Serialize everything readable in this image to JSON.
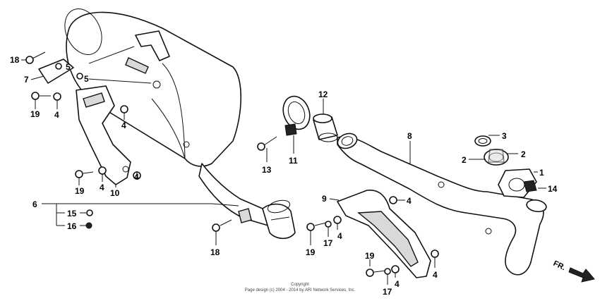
{
  "diagram": {
    "callouts": {
      "c1": "1",
      "c2a": "2",
      "c2b": "2",
      "c3": "3",
      "c4a": "4",
      "c4b": "4",
      "c4c": "4",
      "c4d": "4",
      "c4e": "4",
      "c4f": "4",
      "c4g": "4",
      "c4h": "4",
      "c5a": "5",
      "c5b": "5",
      "c6": "6",
      "c7": "7",
      "c8": "8",
      "c9": "9",
      "c10": "10",
      "c11": "11",
      "c12": "12",
      "c13": "13",
      "c14": "14",
      "c15": "15",
      "c16": "16",
      "c17a": "17",
      "c17b": "17",
      "c18a": "18",
      "c18b": "18",
      "c19a": "19",
      "c19b": "19",
      "c19c": "19",
      "c19d": "19"
    },
    "direction_label": "FR.",
    "copyright_line1": "Copyright",
    "copyright_line2": "Page design (c) 2004 - 2014 by ARI Network Services, Inc."
  }
}
